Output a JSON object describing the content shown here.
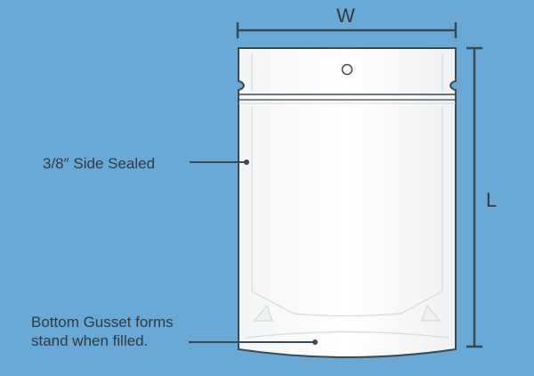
{
  "dimensions": {
    "width_label": "W",
    "length_label": "L"
  },
  "callouts": {
    "side_sealed": "3/8″ Side Sealed",
    "bottom_gusset_line1": "Bottom Gusset forms",
    "bottom_gusset_line2": "stand when filled."
  },
  "colors": {
    "background": "#6aa8d6",
    "bag_fill": "#ffffff",
    "outline": "#3a4a55"
  }
}
